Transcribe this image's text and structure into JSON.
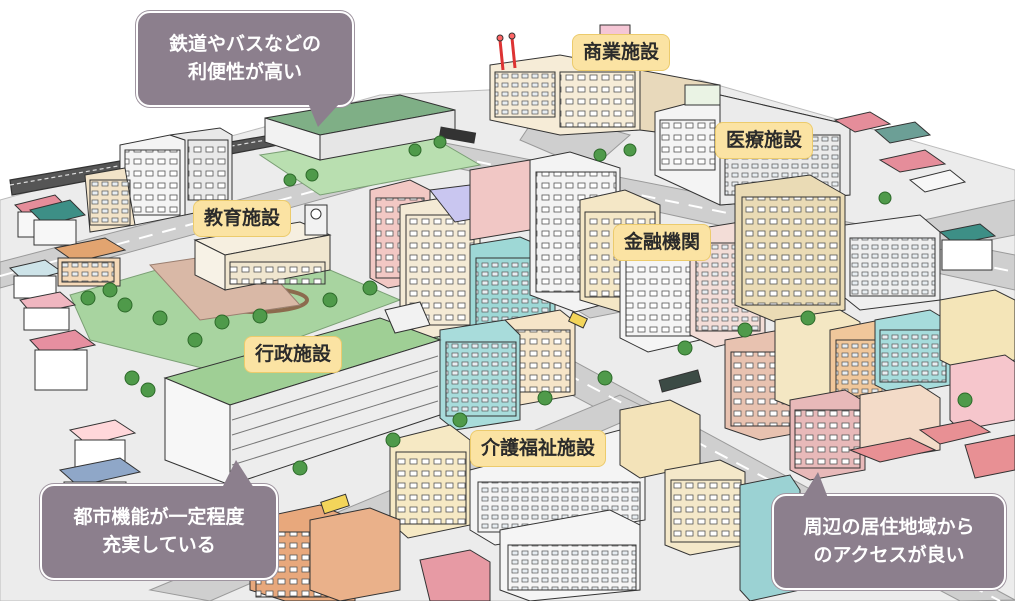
{
  "facilities": {
    "commercial": "商業施設",
    "medical": "医療施設",
    "education": "教育施設",
    "finance": "金融機関",
    "administrative": "行政施設",
    "welfare": "介護福祉施設"
  },
  "callouts": {
    "transit": {
      "line1": "鉄道やバスなどの",
      "line2": "利便性が高い"
    },
    "urban_function": {
      "line1": "都市機能が一定程度",
      "line2": "充実している"
    },
    "access": {
      "line1": "周辺の居住地域から",
      "line2": "のアクセスが良い"
    }
  },
  "colors": {
    "label_bg": "#fbe3a3",
    "callout_bg": "#8c7f8d",
    "park_green": "#a8d4a0",
    "road": "#c9c9c9"
  }
}
